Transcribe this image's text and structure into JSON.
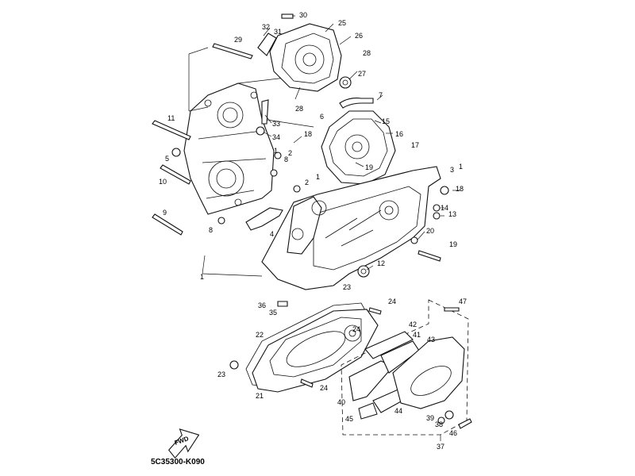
{
  "diagram_code": "5C35300-K090",
  "fwd_label": "FWD",
  "callouts": [
    "1",
    "2",
    "3",
    "4",
    "5",
    "6",
    "7",
    "8",
    "9",
    "10",
    "11",
    "12",
    "13",
    "14",
    "15",
    "16",
    "17",
    "18",
    "19",
    "20",
    "21",
    "22",
    "23",
    "24",
    "25",
    "26",
    "27",
    "28",
    "29",
    "30",
    "31",
    "32",
    "33",
    "34",
    "35",
    "36",
    "37",
    "38",
    "39",
    "40",
    "41",
    "42",
    "43",
    "44",
    "45",
    "46",
    "47"
  ]
}
